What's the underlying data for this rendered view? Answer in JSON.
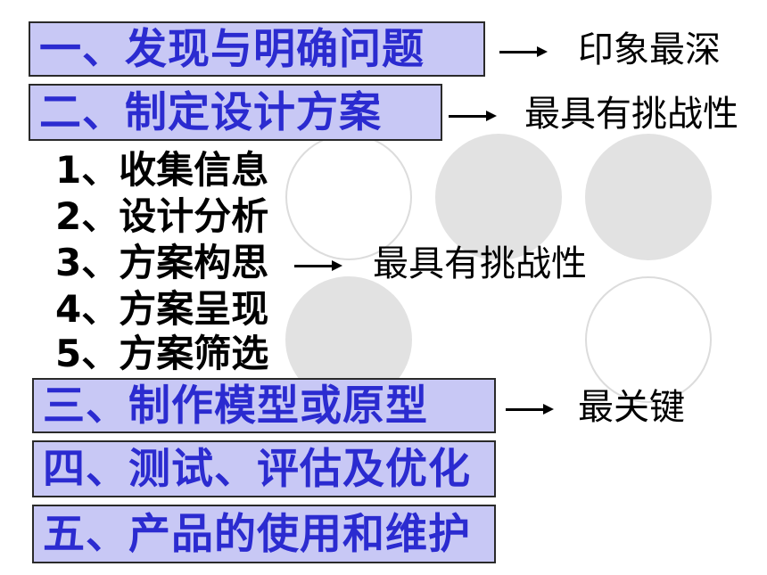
{
  "steps": [
    {
      "label": "一、发现与明确问题",
      "note": "印象最深"
    },
    {
      "label": "二、制定设计方案",
      "note": "最具有挑战性"
    },
    {
      "label": "三、制作模型或原型",
      "note": "最关键"
    },
    {
      "label": "四、测试、评估及优化"
    },
    {
      "label": "五、产品的使用和维护"
    }
  ],
  "sub_steps": [
    {
      "label": "1、收集信息"
    },
    {
      "label": "2、设计分析"
    },
    {
      "label": "3、方案构思",
      "note": "最具有挑战性"
    },
    {
      "label": "4、方案呈现"
    },
    {
      "label": "5、方案筛选"
    }
  ],
  "colors": {
    "box_fill": "#c8c8f5",
    "box_text": "#2b2bd0",
    "circle": "#e2e2e2"
  }
}
